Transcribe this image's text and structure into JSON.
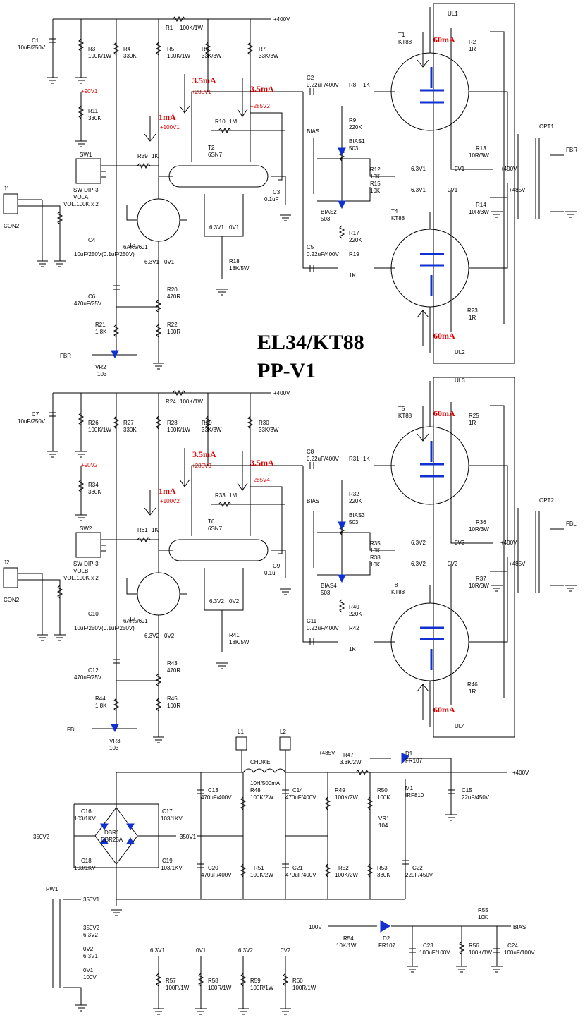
{
  "title": {
    "line1": "EL34/KT88",
    "line2": "PP-V1"
  },
  "supply_labels": {
    "b_plus_400": "+400V",
    "b_plus_485": "+485V"
  },
  "channel1": {
    "C1": "C1",
    "C1v": "10uF/250V",
    "R1": "R1",
    "R1v": "100K/1W",
    "R3": "R3",
    "R3v": "100K/1W",
    "R4": "R4",
    "R4v": "330K",
    "R5": "R5",
    "R5v": "100K/1W",
    "R6": "R6",
    "R6v": "33K/3W",
    "R7": "R7",
    "R7v": "33K/3W",
    "plus90": "+90V1",
    "R11": "R11",
    "R11v": "330K",
    "SW": "SW1",
    "SWv": "SW DIP-3",
    "VOL": "VOLA",
    "VOLv": "VOL.100K x 2",
    "J": "J1",
    "CON": "CON2",
    "R39": "R39",
    "R39v": "1K",
    "T2": "T2",
    "T2v": "6SN7",
    "R10": "R10",
    "R10v": "1M",
    "plus100": "+100V1",
    "plus285a": "+285V1",
    "plus285b": "+285V2",
    "C3": "C3",
    "C3v": "0.1uF",
    "T3": "T3",
    "T3v": "6AK5/6J1",
    "C4": "C4",
    "C4v": "10uF/250V(0.1uF/250V)",
    "heater": "6.3V1",
    "hzero": "0V1",
    "R18": "R18",
    "R18v": "18K/5W",
    "C6": "C6",
    "C6v": "470uF/25V",
    "R20": "R20",
    "R20v": "470R",
    "R21": "R21",
    "R21v": "1.8K",
    "R22": "R22",
    "R22v": "100R",
    "VR": "VR2",
    "VRv": "103",
    "FB": "FBR",
    "C2": "C2",
    "C2v": "0.22uF/400V",
    "R8": "R8",
    "R8v": "1K",
    "R9": "R9",
    "R9v": "220K",
    "BIASA": "BIAS1",
    "BIASAv": "503",
    "R12": "R12",
    "R12v": "10K",
    "R15": "R15",
    "R15v": "10K",
    "BIASB": "BIAS2",
    "BIASBv": "503",
    "R17": "R17",
    "R17v": "220K",
    "C5": "C5",
    "C5v": "0.22uF/400V",
    "R19": "R19",
    "R19v": "1K",
    "T1": "T1",
    "T1v": "KT88",
    "T4": "T4",
    "T4v": "KT88",
    "R2": "R2",
    "R2v": "1R",
    "R13": "R13",
    "R13v": "10R/3W",
    "R14": "R14",
    "R14v": "10R/3W",
    "R23": "R23",
    "R23v": "1R",
    "UL_a": "UL1",
    "UL_b": "UL2",
    "OPT": "OPT1",
    "FBout": "FBR",
    "ma1": "1mA",
    "ma35a": "3.5mA",
    "ma35b": "3.5mA",
    "ma60a": "60mA",
    "ma60b": "60mA"
  },
  "channel2": {
    "C1": "C7",
    "C1v": "10uF/250V",
    "R1": "R24",
    "R1v": "100K/1W",
    "R3": "R26",
    "R3v": "100K/1W",
    "R4": "R27",
    "R4v": "330K",
    "R5": "R28",
    "R5v": "100K/1W",
    "R6": "R29",
    "R6v": "33K/3W",
    "R7": "R30",
    "R7v": "33K/3W",
    "plus90": "+90V2",
    "R11": "R34",
    "R11v": "330K",
    "SW": "SW2",
    "SWv": "SW DIP-3",
    "VOL": "VOLB",
    "VOLv": "VOL.100K x 2",
    "J": "J2",
    "CON": "CON2",
    "R39": "R61",
    "R39v": "1K",
    "T2": "T6",
    "T2v": "6SN7",
    "R10": "R33",
    "R10v": "1M",
    "plus100": "+100V2",
    "plus285a": "+285V3",
    "plus285b": "+285V4",
    "C3": "C9",
    "C3v": "0.1uF",
    "T3": "T7",
    "T3v": "6AK5/6J1",
    "C4": "C10",
    "C4v": "10uF/250V(0.1uF/250V)",
    "heater": "6.3V2",
    "hzero": "0V2",
    "R18": "R41",
    "R18v": "18K/5W",
    "C6": "C12",
    "C6v": "470uF/25V",
    "R20": "R43",
    "R20v": "470R",
    "R21": "R44",
    "R21v": "1.8K",
    "R22": "R45",
    "R22v": "100R",
    "VR": "VR3",
    "VRv": "103",
    "FB": "FBL",
    "C2": "C8",
    "C2v": "0.22uF/400V",
    "R8": "R31",
    "R8v": "1K",
    "R9": "R32",
    "R9v": "220K",
    "BIASA": "BIAS3",
    "BIASAv": "503",
    "R12": "R35",
    "R12v": "10K",
    "R15": "R38",
    "R15v": "10K",
    "BIASB": "BIAS4",
    "BIASBv": "503",
    "R17": "R40",
    "R17v": "220K",
    "C5": "C11",
    "C5v": "0.22uF/400V",
    "R19": "R42",
    "R19v": "1K",
    "T1": "T5",
    "T1v": "KT88",
    "T4": "T8",
    "T4v": "KT88",
    "R2": "R25",
    "R2v": "1R",
    "R13": "R36",
    "R13v": "10R/3W",
    "R14": "R37",
    "R14v": "10R/3W",
    "R23": "R46",
    "R23v": "1R",
    "UL_a": "UL3",
    "UL_b": "UL4",
    "OPT": "OPT2",
    "FBout": "FBL",
    "ma1": "1mA",
    "ma35a": "3.5mA",
    "ma35b": "3.5mA",
    "ma60a": "60mA",
    "ma60b": "60mA"
  },
  "psu": {
    "L1": "L1",
    "L2": "L2",
    "CHOKE": "CHOKE",
    "CHOKEv": "10H/500mA",
    "plus485": "+485V",
    "R47": "R47",
    "R47v": "3.3K/2W",
    "D1": "D1",
    "D1v": "FR107",
    "M1": "M1",
    "M1v": "IRF810",
    "out400": "+400V",
    "C13": "C13",
    "C13v": "470uF/400V",
    "R48": "R48",
    "R48v": "100K/2W",
    "C14": "C14",
    "C14v": "470uF/400V",
    "R49": "R49",
    "R49v": "100K/2W",
    "R50": "R50",
    "R50v": "100K",
    "C15": "C15",
    "C15v": "22uF/450V",
    "C16": "C16",
    "C16v": "103/1KV",
    "C17": "C17",
    "C17v": "103/1KV",
    "C18": "C18",
    "C18v": "103/1KV",
    "C19": "C19",
    "C19v": "103/1KV",
    "DBR": "DBR1",
    "DBRv": "DBR25A",
    "in350a": "350V2",
    "in350b": "350V1",
    "VR1": "VR1",
    "VR1v": "104",
    "C20": "C20",
    "C20v": "470uF/400V",
    "R51": "R51",
    "R51v": "100K/2W",
    "C21": "C21",
    "C21v": "470uF/400V",
    "R52": "R52",
    "R52v": "100K/2W",
    "R53": "R53",
    "R53v": "330K",
    "C22": "C22",
    "C22v": "22uF/450V",
    "PW": "PW1",
    "pw_pins": [
      "350V1",
      "350V2",
      "6.3V2",
      "0V2",
      "6.3V1",
      "0V1",
      "100V"
    ],
    "in100": "100V",
    "R54": "R54",
    "R54v": "10K/1W",
    "D2": "D2",
    "D2v": "FR107",
    "R55": "R55",
    "R55v": "10K",
    "bias": "BIAS",
    "C23": "C23",
    "C23v": "100uF/100V",
    "R56": "R56",
    "R56v": "100K/1W",
    "C24": "C24",
    "C24v": "100uF/100V",
    "heat_labels": [
      "6.3V1",
      "0V1",
      "6.3V2",
      "0V2"
    ],
    "R57": "R57",
    "R57v": "100R/1W",
    "R58": "R58",
    "R58v": "100R/1W",
    "R59": "R59",
    "R59v": "100R/1W",
    "R60": "R60",
    "R60v": "100R/1W"
  }
}
